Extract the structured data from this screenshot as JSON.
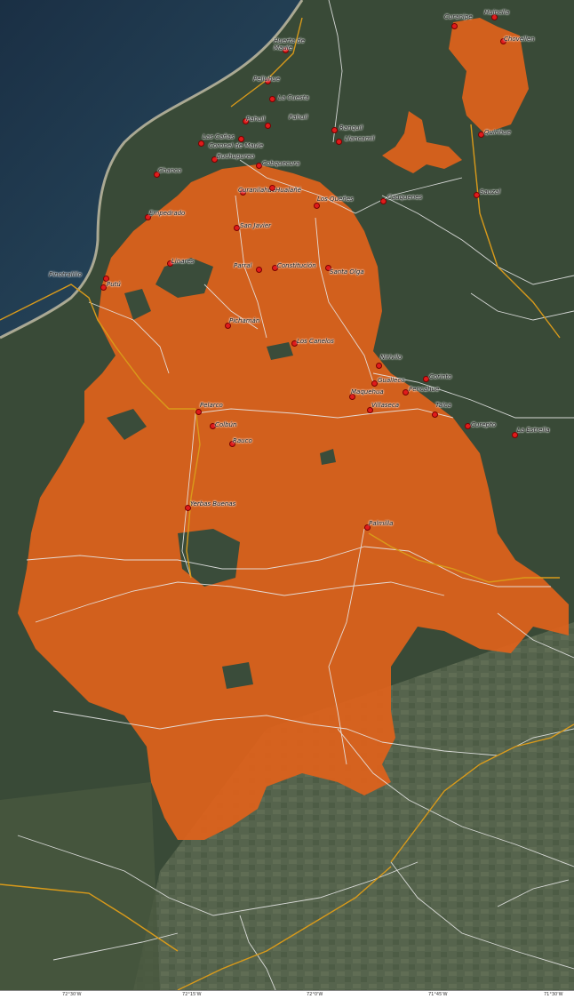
{
  "map": {
    "colors": {
      "burn_area": "#e0621b",
      "sea": "#1d3346",
      "forest": "#354533",
      "farmland": "#6f7c62",
      "road": "#e8e8e8",
      "highway": "#d99a1a",
      "town_marker": "#e01b1b"
    },
    "towns": [
      {
        "name": "Curanipe"
      },
      {
        "name": "Huinclla"
      },
      {
        "name": "Chovellen"
      },
      {
        "name": "Huerta de Maule"
      },
      {
        "name": "Pelluhue"
      },
      {
        "name": "Las Cañas"
      },
      {
        "name": "Coronel de Maule"
      },
      {
        "name": "La Cuesta"
      },
      {
        "name": "Pahuil"
      },
      {
        "name": "Pahuil"
      },
      {
        "name": "Ranquil"
      },
      {
        "name": "Llancamil"
      },
      {
        "name": "Buchupureo"
      },
      {
        "name": "Cobquecura"
      },
      {
        "name": "Quirihue"
      },
      {
        "name": "Cauquenes"
      },
      {
        "name": "Sauzal"
      },
      {
        "name": "Empedrado"
      },
      {
        "name": "Chanco"
      },
      {
        "name": "Curanilahue"
      },
      {
        "name": "Hualañé"
      },
      {
        "name": "Los Queñes"
      },
      {
        "name": "San Javier"
      },
      {
        "name": "Linares"
      },
      {
        "name": "Parral"
      },
      {
        "name": "Constitución"
      },
      {
        "name": "Santa Olga"
      },
      {
        "name": "Pinotralillo"
      },
      {
        "name": "Putú"
      },
      {
        "name": "Pichamán"
      },
      {
        "name": "Los Canelos"
      },
      {
        "name": "Nirivilo"
      },
      {
        "name": "Gualleco"
      },
      {
        "name": "Pencahue"
      },
      {
        "name": "Corinto"
      },
      {
        "name": "Maquehua"
      },
      {
        "name": "Villaseca"
      },
      {
        "name": "Talca"
      },
      {
        "name": "Curepto"
      },
      {
        "name": "La Estrella"
      },
      {
        "name": "Pelarco"
      },
      {
        "name": "Colbún"
      },
      {
        "name": "Rauco"
      },
      {
        "name": "Yerbas Buenas"
      },
      {
        "name": "Palmilla"
      }
    ],
    "scale_ticks": [
      "72°30'W",
      "72°15'W",
      "72°0'W",
      "71°45'W",
      "71°30'W"
    ]
  }
}
